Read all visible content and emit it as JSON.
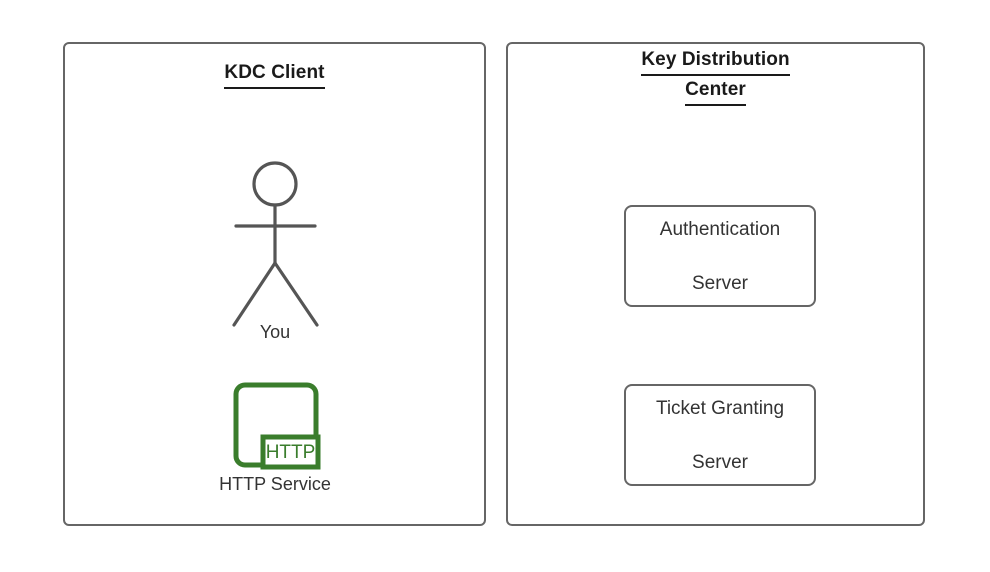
{
  "diagram": {
    "title_internal": "Kerberos KDC overview",
    "background_color": "#ffffff",
    "stroke_color": "#666666",
    "text_color": "#333333",
    "heading_color": "#1a1a1a",
    "accent_green": "#3a7d2c"
  },
  "panels": [
    {
      "id": "kdc-client",
      "title_lines": [
        "KDC Client"
      ],
      "items": [
        {
          "type": "actor",
          "icon": "stick-figure-icon",
          "label": "You"
        },
        {
          "type": "service",
          "icon": "http-service-icon",
          "badge": "HTTP",
          "label": "HTTP Service",
          "color": "#3a7d2c"
        }
      ]
    },
    {
      "id": "key-distribution-center",
      "title_lines": [
        "Key Distribution",
        "Center"
      ],
      "items": [
        {
          "type": "box",
          "label_lines": [
            "Authentication",
            "Server"
          ]
        },
        {
          "type": "box",
          "label_lines": [
            "Ticket Granting",
            "Server"
          ]
        }
      ]
    }
  ]
}
